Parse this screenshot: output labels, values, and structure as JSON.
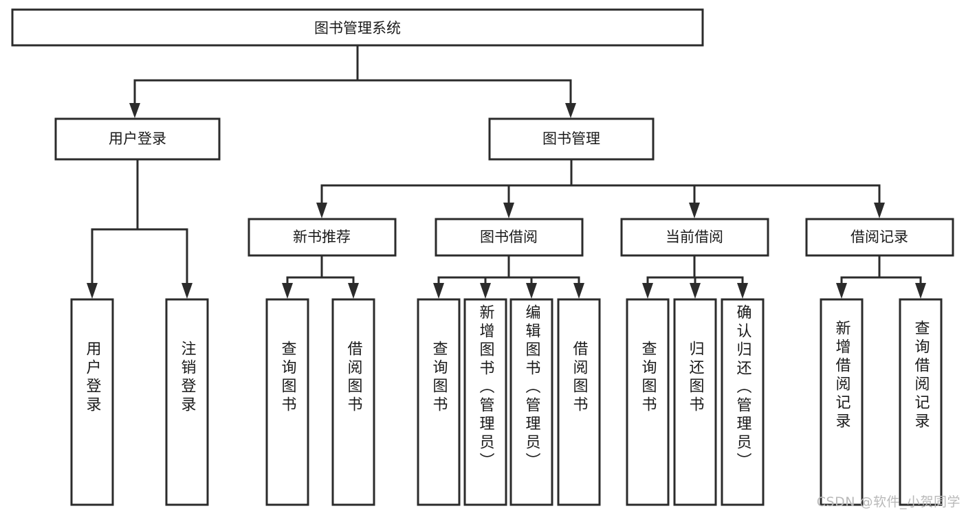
{
  "diagram": {
    "type": "tree-hierarchy-chart",
    "title": "图书管理系统",
    "watermark": "CSDN @软件_小贺同学",
    "colors": {
      "stroke": "#2b2b2b",
      "fill": "#ffffff",
      "text": "#1a1a1a",
      "watermark": "#b9b9b9",
      "background": "#ffffff"
    },
    "levels": {
      "root": {
        "label": "图书管理系统"
      },
      "level2": [
        {
          "label": "用户登录"
        },
        {
          "label": "图书管理"
        }
      ],
      "level3": [
        {
          "label": "新书推荐"
        },
        {
          "label": "图书借阅"
        },
        {
          "label": "当前借阅"
        },
        {
          "label": "借阅记录"
        }
      ],
      "leaves": [
        {
          "label": "用户登录",
          "parent": "用户登录"
        },
        {
          "label": "注销登录",
          "parent": "用户登录"
        },
        {
          "label": "查询图书",
          "parent": "新书推荐"
        },
        {
          "label": "借阅图书",
          "parent": "新书推荐"
        },
        {
          "label": "查询图书",
          "parent": "图书借阅"
        },
        {
          "label": "新增图书（管理员）",
          "parent": "图书借阅"
        },
        {
          "label": "编辑图书（管理员）",
          "parent": "图书借阅"
        },
        {
          "label": "借阅图书",
          "parent": "图书借阅"
        },
        {
          "label": "查询图书",
          "parent": "当前借阅"
        },
        {
          "label": "归还图书",
          "parent": "当前借阅"
        },
        {
          "label": "确认归还（管理员）",
          "parent": "当前借阅"
        },
        {
          "label": "新增借阅记录",
          "parent": "借阅记录"
        },
        {
          "label": "查询借阅记录",
          "parent": "借阅记录"
        }
      ]
    }
  }
}
